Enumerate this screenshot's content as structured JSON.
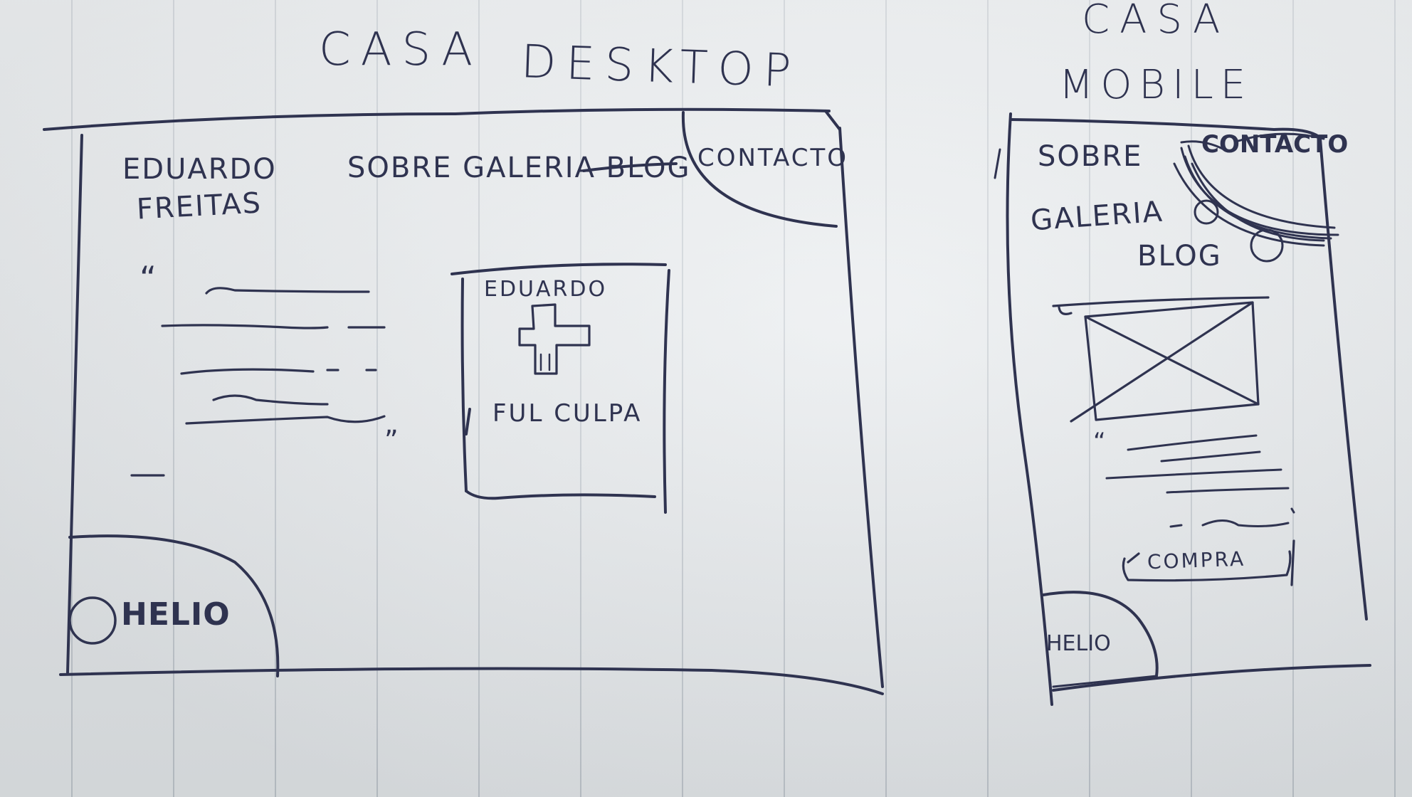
{
  "desktop": {
    "title_left": "CASA",
    "title_right": "DESKTOP",
    "logo_line1": "EDUARDO",
    "logo_line2": "FREITAS",
    "nav": "SOBRE GALERIA BLOG",
    "contact": "CONTACTO",
    "quote_open": "“",
    "quote_close": "”",
    "card_title": "EDUARDO",
    "card_subtitle": "FUL CULPA",
    "footer_label": "HELIO"
  },
  "mobile": {
    "title_line1": "CASA",
    "title_line2": "MOBILE",
    "nav_sobre": "SOBRE",
    "nav_contacto": "CONTACTO",
    "nav_galeria": "GALERIA",
    "nav_blog": "BLOG",
    "quote_open": "“",
    "button": "COMPRA",
    "footer_label": "HELIO"
  },
  "colors": {
    "ink": "#2f3350",
    "paper": "#e8ecef",
    "rule": "#c3cad1"
  }
}
